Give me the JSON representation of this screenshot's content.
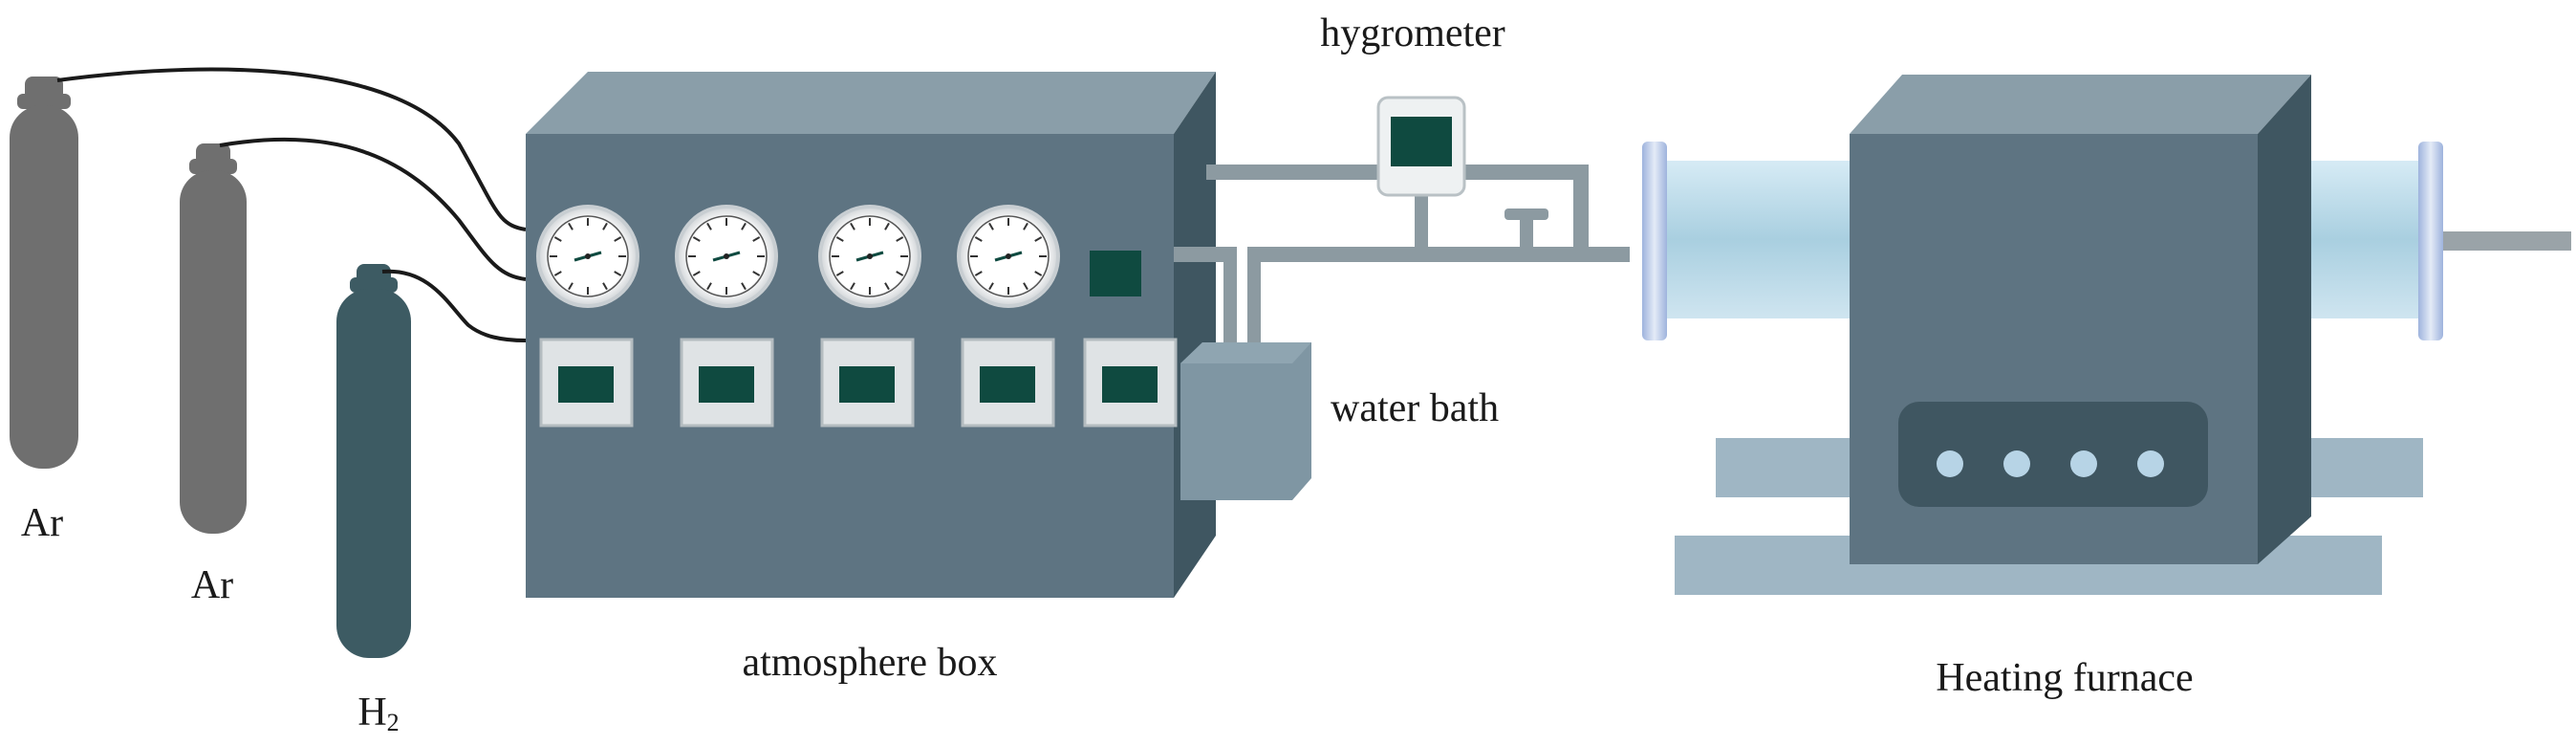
{
  "labels": {
    "cylinder_1": "Ar",
    "cylinder_2": "Ar",
    "cylinder_3_main": "H",
    "cylinder_3_sub": "2",
    "atmosphere_box": "atmosphere box",
    "hygrometer": "hygrometer",
    "water_bath": "water bath",
    "heating_furnace": "Heating furnace"
  },
  "colors": {
    "cylinder_grey": "#6f6f6f",
    "cylinder_teal": "#3d5b63",
    "box_front": "#5e7482",
    "box_top": "#8a9ea9",
    "box_side": "#3f5661",
    "display": "#0f4a40",
    "tube": "#a9cfe0",
    "pipe": "#8c9aa1",
    "rail": "#9fb6c4"
  },
  "counts": {
    "pressure_gauges": 4,
    "display_panels": 5,
    "furnace_indicator_lights": 4
  },
  "icons": [
    "gas-cylinder-icon",
    "pressure-gauge-icon",
    "digital-display-icon",
    "valve-icon",
    "hygrometer-icon",
    "water-bath-icon",
    "tube-furnace-icon"
  ]
}
